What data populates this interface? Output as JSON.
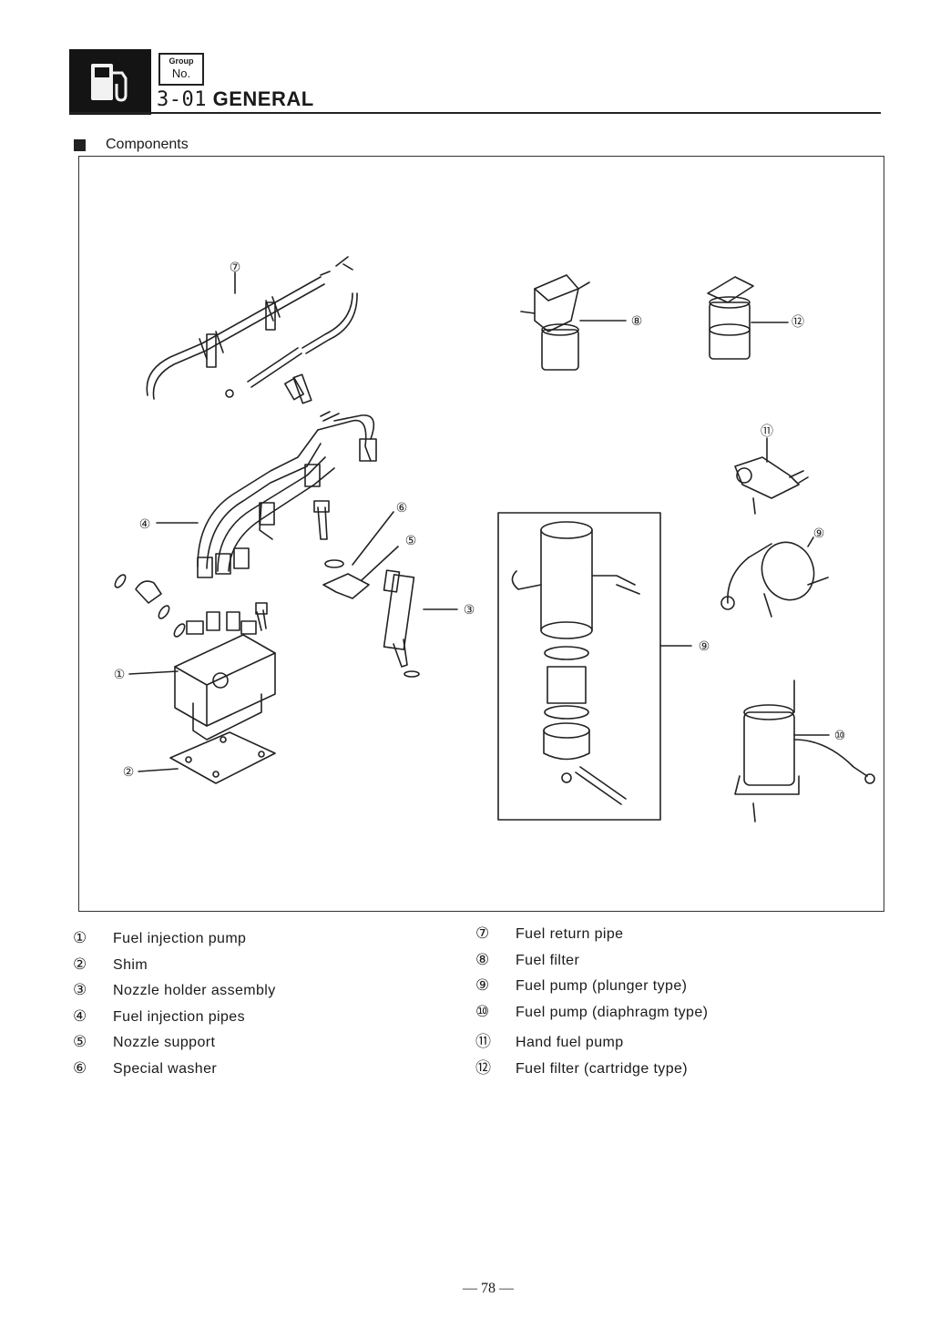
{
  "header": {
    "group_word": "Group",
    "group_no": "No.",
    "section_number": "3-01",
    "section_title": "GENERAL",
    "icon": "fuel-pump-icon"
  },
  "components_heading": "Components",
  "callouts": [
    "①",
    "②",
    "③",
    "④",
    "⑤",
    "⑥",
    "⑦",
    "⑧",
    "⑨",
    "⑨",
    "⑩",
    "⑪",
    "⑫"
  ],
  "legend_left": [
    {
      "mark": "①",
      "label": "Fuel injection pump"
    },
    {
      "mark": "②",
      "label": "Shim"
    },
    {
      "mark": "③",
      "label": "Nozzle holder assembly"
    },
    {
      "mark": "④",
      "label": "Fuel injection pipes"
    },
    {
      "mark": "⑤",
      "label": "Nozzle support"
    },
    {
      "mark": "⑥",
      "label": "Special washer"
    }
  ],
  "legend_right": [
    {
      "mark": "⑦",
      "label": "Fuel return pipe"
    },
    {
      "mark": "⑧",
      "label": "Fuel filter"
    },
    {
      "mark": "⑨",
      "label": "Fuel pump (plunger type)"
    },
    {
      "mark": "⑩",
      "label": "Fuel pump (diaphragm type)"
    },
    {
      "mark": "⑪",
      "label": "Hand fuel pump"
    },
    {
      "mark": "⑫",
      "label": "Fuel filter (cartridge type)"
    }
  ],
  "page_number": "— 78 —"
}
